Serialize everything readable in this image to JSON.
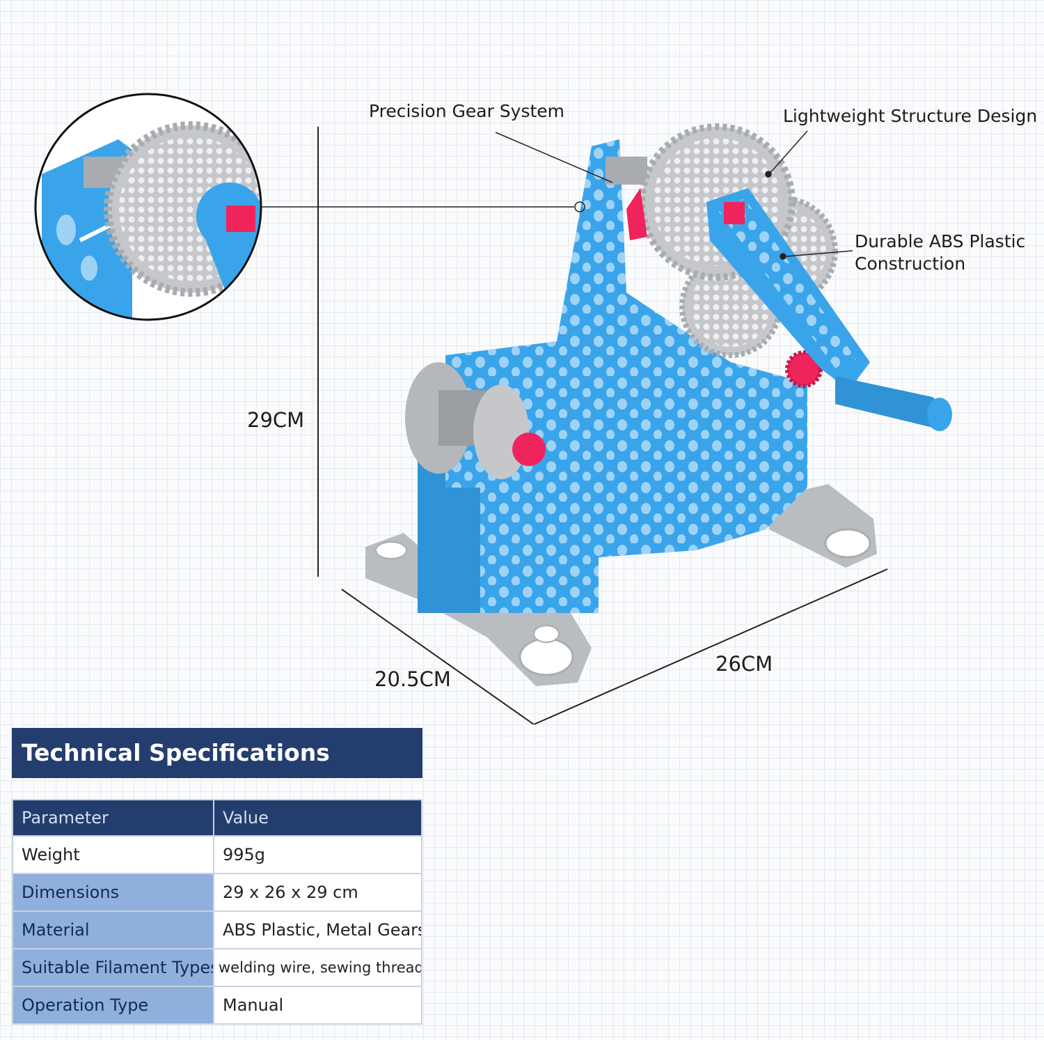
{
  "callouts": {
    "gear_system": "Precision Gear System",
    "lightweight": "Lightweight Structure Design",
    "durable_line1": "Durable ABS Plastic",
    "durable_line2": "Construction"
  },
  "dimensions": {
    "height": "29CM",
    "depth": "20.5CM",
    "width": "26CM"
  },
  "specs": {
    "title": "Technical Specifications",
    "header": {
      "parameter": "Parameter",
      "value": "Value"
    },
    "rows": [
      {
        "parameter": "Weight",
        "value": "995g"
      },
      {
        "parameter": "Dimensions",
        "value": "29 x 26 x 29 cm"
      },
      {
        "parameter": "Material",
        "value": "ABS Plastic, Metal Gears"
      },
      {
        "parameter": "Suitable Filament Types",
        "value": "welding wire, sewing thread"
      },
      {
        "parameter": "Operation Type",
        "value": "Manual"
      }
    ]
  },
  "colors": {
    "frame_blue": "#3aa4ea",
    "gear_gray": "#c5c7cb",
    "accent_pink": "#f0245c",
    "table_navy": "#233d6e",
    "table_light_blue": "#8fb0dc"
  }
}
